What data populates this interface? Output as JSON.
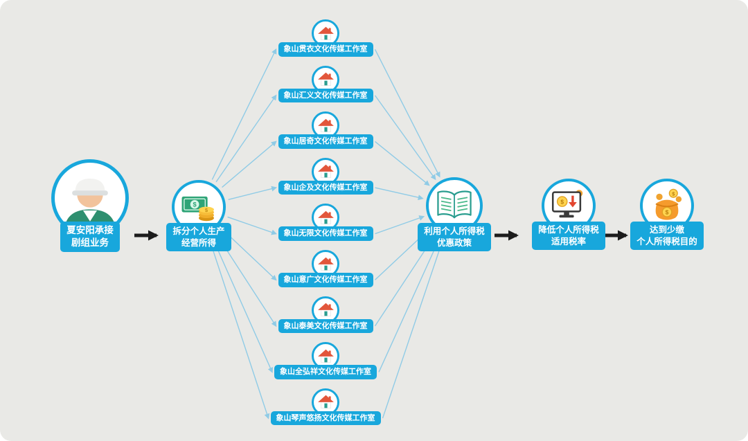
{
  "colors": {
    "background": "#e9e9e6",
    "node_blue": "#18a7dc",
    "line_blue": "#8fcbe6",
    "arrow_dark": "#1c1c1c"
  },
  "flow": {
    "person": {
      "lines": [
        "夏安阳承接",
        "剧组业务"
      ]
    },
    "split": {
      "lines": [
        "拆分个人生产",
        "经营所得"
      ]
    },
    "studios": [
      "象山贯衣文化传媒工作室",
      "象山汇义文化传媒工作室",
      "象山居奇文化传媒工作室",
      "象山企及文化传媒工作室",
      "象山无限文化传媒工作室",
      "象山意广文化传媒工作室",
      "象山泰美文化传媒工作室",
      "象山全弘祥文化传媒工作室",
      "象山琴声悠扬文化传媒工作室"
    ],
    "policy": {
      "lines": [
        "利用个人所得税",
        "优惠政策"
      ]
    },
    "rate": {
      "lines": [
        "降低个人所得税",
        "适用税率"
      ]
    },
    "goal": {
      "lines": [
        "达到少缴",
        "个人所得税目的"
      ]
    }
  },
  "icons": {
    "person": "worker-avatar-icon",
    "split": "banknote-coins-icon",
    "studio": "house-icon",
    "policy": "open-book-icon",
    "rate": "monitor-coin-arrow-icon",
    "goal": "money-pouch-coins-icon"
  }
}
